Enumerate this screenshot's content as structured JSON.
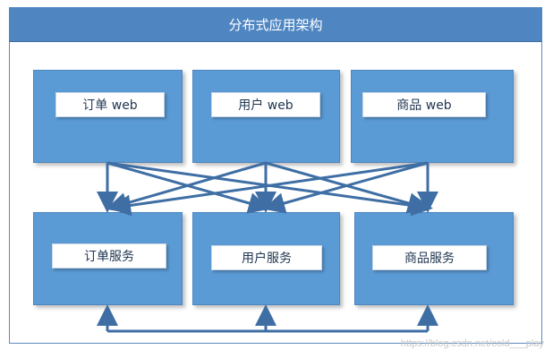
{
  "title": "分布式应用架构",
  "top_row": [
    {
      "label": "订单 web"
    },
    {
      "label": "用户 web"
    },
    {
      "label": "商品 web"
    }
  ],
  "bottom_row": [
    {
      "label": "订单服务"
    },
    {
      "label": "用户服务"
    },
    {
      "label": "商品服务"
    }
  ],
  "watermark": "https://blog.csdn.net/cold___play",
  "colors": {
    "title_bg": "#4f86c2",
    "box_fill": "#5b9bd5",
    "arrow": "#3e6ea4",
    "label_bg": "#ffffff"
  }
}
